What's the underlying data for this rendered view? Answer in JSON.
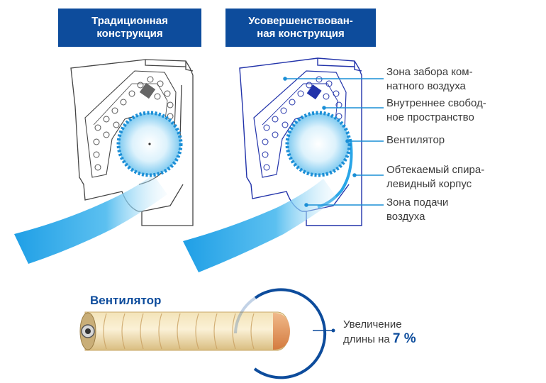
{
  "headers": {
    "traditional": [
      "Традиционная",
      "конструкция"
    ],
    "improved": [
      "Усовершенствован-",
      "ная конструкция"
    ]
  },
  "callouts": [
    [
      "Зона забора ком-",
      "натного воздуха"
    ],
    [
      "Внутреннее свобод-",
      "ное пространство"
    ],
    [
      "Вентилятор"
    ],
    [
      "Обтекаемый спира-",
      "левидный корпус"
    ],
    [
      "Зона подачи",
      "воздуха"
    ]
  ],
  "fan_label": "Вентилятор",
  "increase": {
    "line1": "Увеличение",
    "line2_prefix": "длины на ",
    "value": "7 %"
  },
  "colors": {
    "brand_blue": "#0d4c9c",
    "outline_blue": "#2233aa",
    "airflow_blue": "#29a6e8",
    "callout_line": "#1a8fd6",
    "outline_gray": "#444444"
  }
}
